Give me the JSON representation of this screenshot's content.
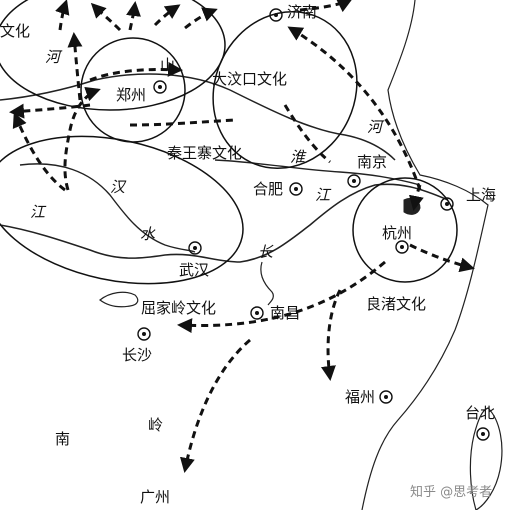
{
  "cultures": {
    "yangshao_partial": "文化",
    "dawenkou": "大汶口文化",
    "qinwangzhai": "秦王寨文化",
    "qujialing": "屈家岭文化",
    "liangzhu": "良渚文化"
  },
  "cities": {
    "jinan": "济南",
    "zhengzhou": "郑州",
    "hefei": "合肥",
    "nanjing": "南京",
    "shanghai": "上海",
    "hangzhou": "杭州",
    "wuhan": "武汉",
    "nanchang": "南昌",
    "changsha": "长沙",
    "fuzhou": "福州",
    "taibei": "台北",
    "guangzhou": "广州"
  },
  "geo": {
    "he1": "河",
    "he2": "河",
    "shan": "山",
    "huai": "淮",
    "han": "汉",
    "shui": "水",
    "jiang1": "江",
    "jiang2": "江",
    "chang": "长",
    "nan": "南",
    "ling": "岭"
  },
  "watermark": "知乎 @思考者"
}
